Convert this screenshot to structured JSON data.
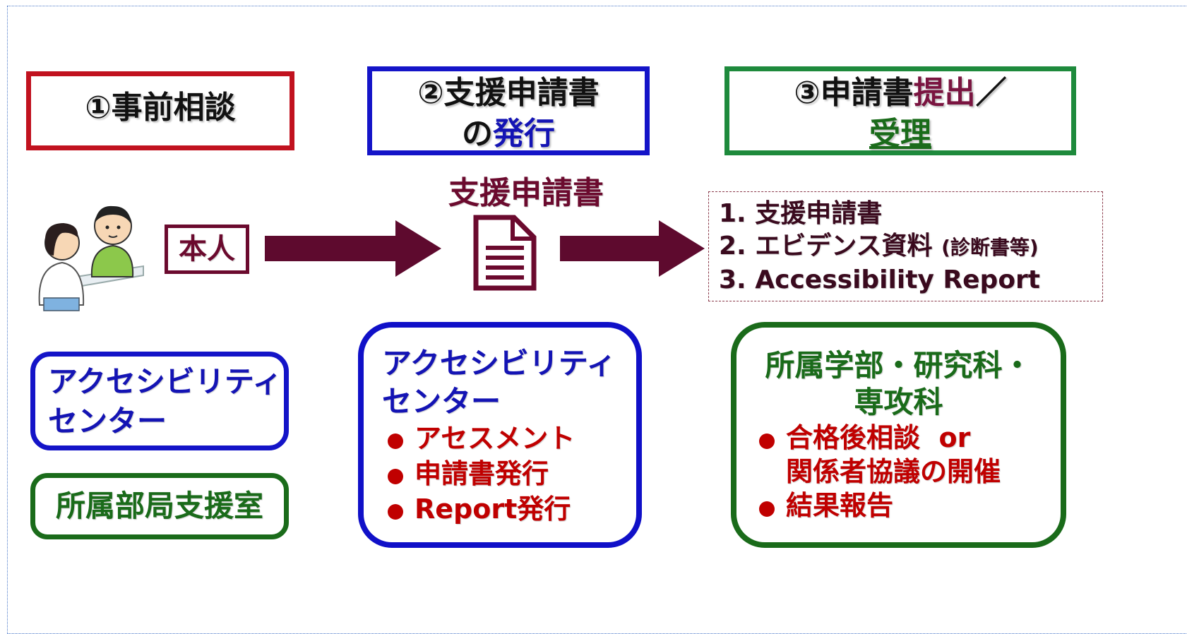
{
  "step1": {
    "title": "①事前相談"
  },
  "step2": {
    "title_prefix": "②支援申請書",
    "title_no": "の",
    "title_emph": "発行"
  },
  "step3": {
    "title_prefix": "③申請書",
    "title_emph": "提出",
    "title_slash": "／",
    "title_line2": "受理"
  },
  "person": {
    "label": "本人"
  },
  "document": {
    "label": "支援申請書"
  },
  "submission_list": [
    "1. 支援申請書",
    "2. エビデンス資料",
    "(診断書等)",
    "3. Accessibility Report"
  ],
  "left_boxes": {
    "center_line1": "アクセシビリティ",
    "center_line2": "センター",
    "office": "所属部局支援室"
  },
  "mid_box": {
    "line1": "アクセシビリティ",
    "line2": "センター",
    "items": [
      "アセスメント",
      "申請書発行",
      "Report発行"
    ]
  },
  "right_box": {
    "line1": "所属学部・研究科・",
    "line2": "専攻科",
    "item1_line1": "合格後相談  or",
    "item1_line2": "関係者協議の開催",
    "item2": "結果報告"
  },
  "colors": {
    "red": "#c1121f",
    "blue": "#1414c8",
    "green": "#1e8a3c",
    "maroon": "#6b0a2e",
    "bullet": "#c00000"
  }
}
